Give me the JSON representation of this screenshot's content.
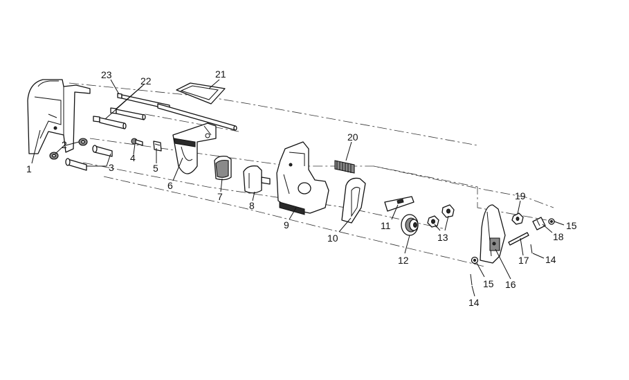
{
  "labels": [
    "1",
    "2",
    "3",
    "4",
    "5",
    "6",
    "7",
    "8",
    "9",
    "10",
    "11",
    "12",
    "13",
    "14",
    "15",
    "16",
    "17",
    "18",
    "19",
    "20",
    "21",
    "22",
    "23"
  ]
}
